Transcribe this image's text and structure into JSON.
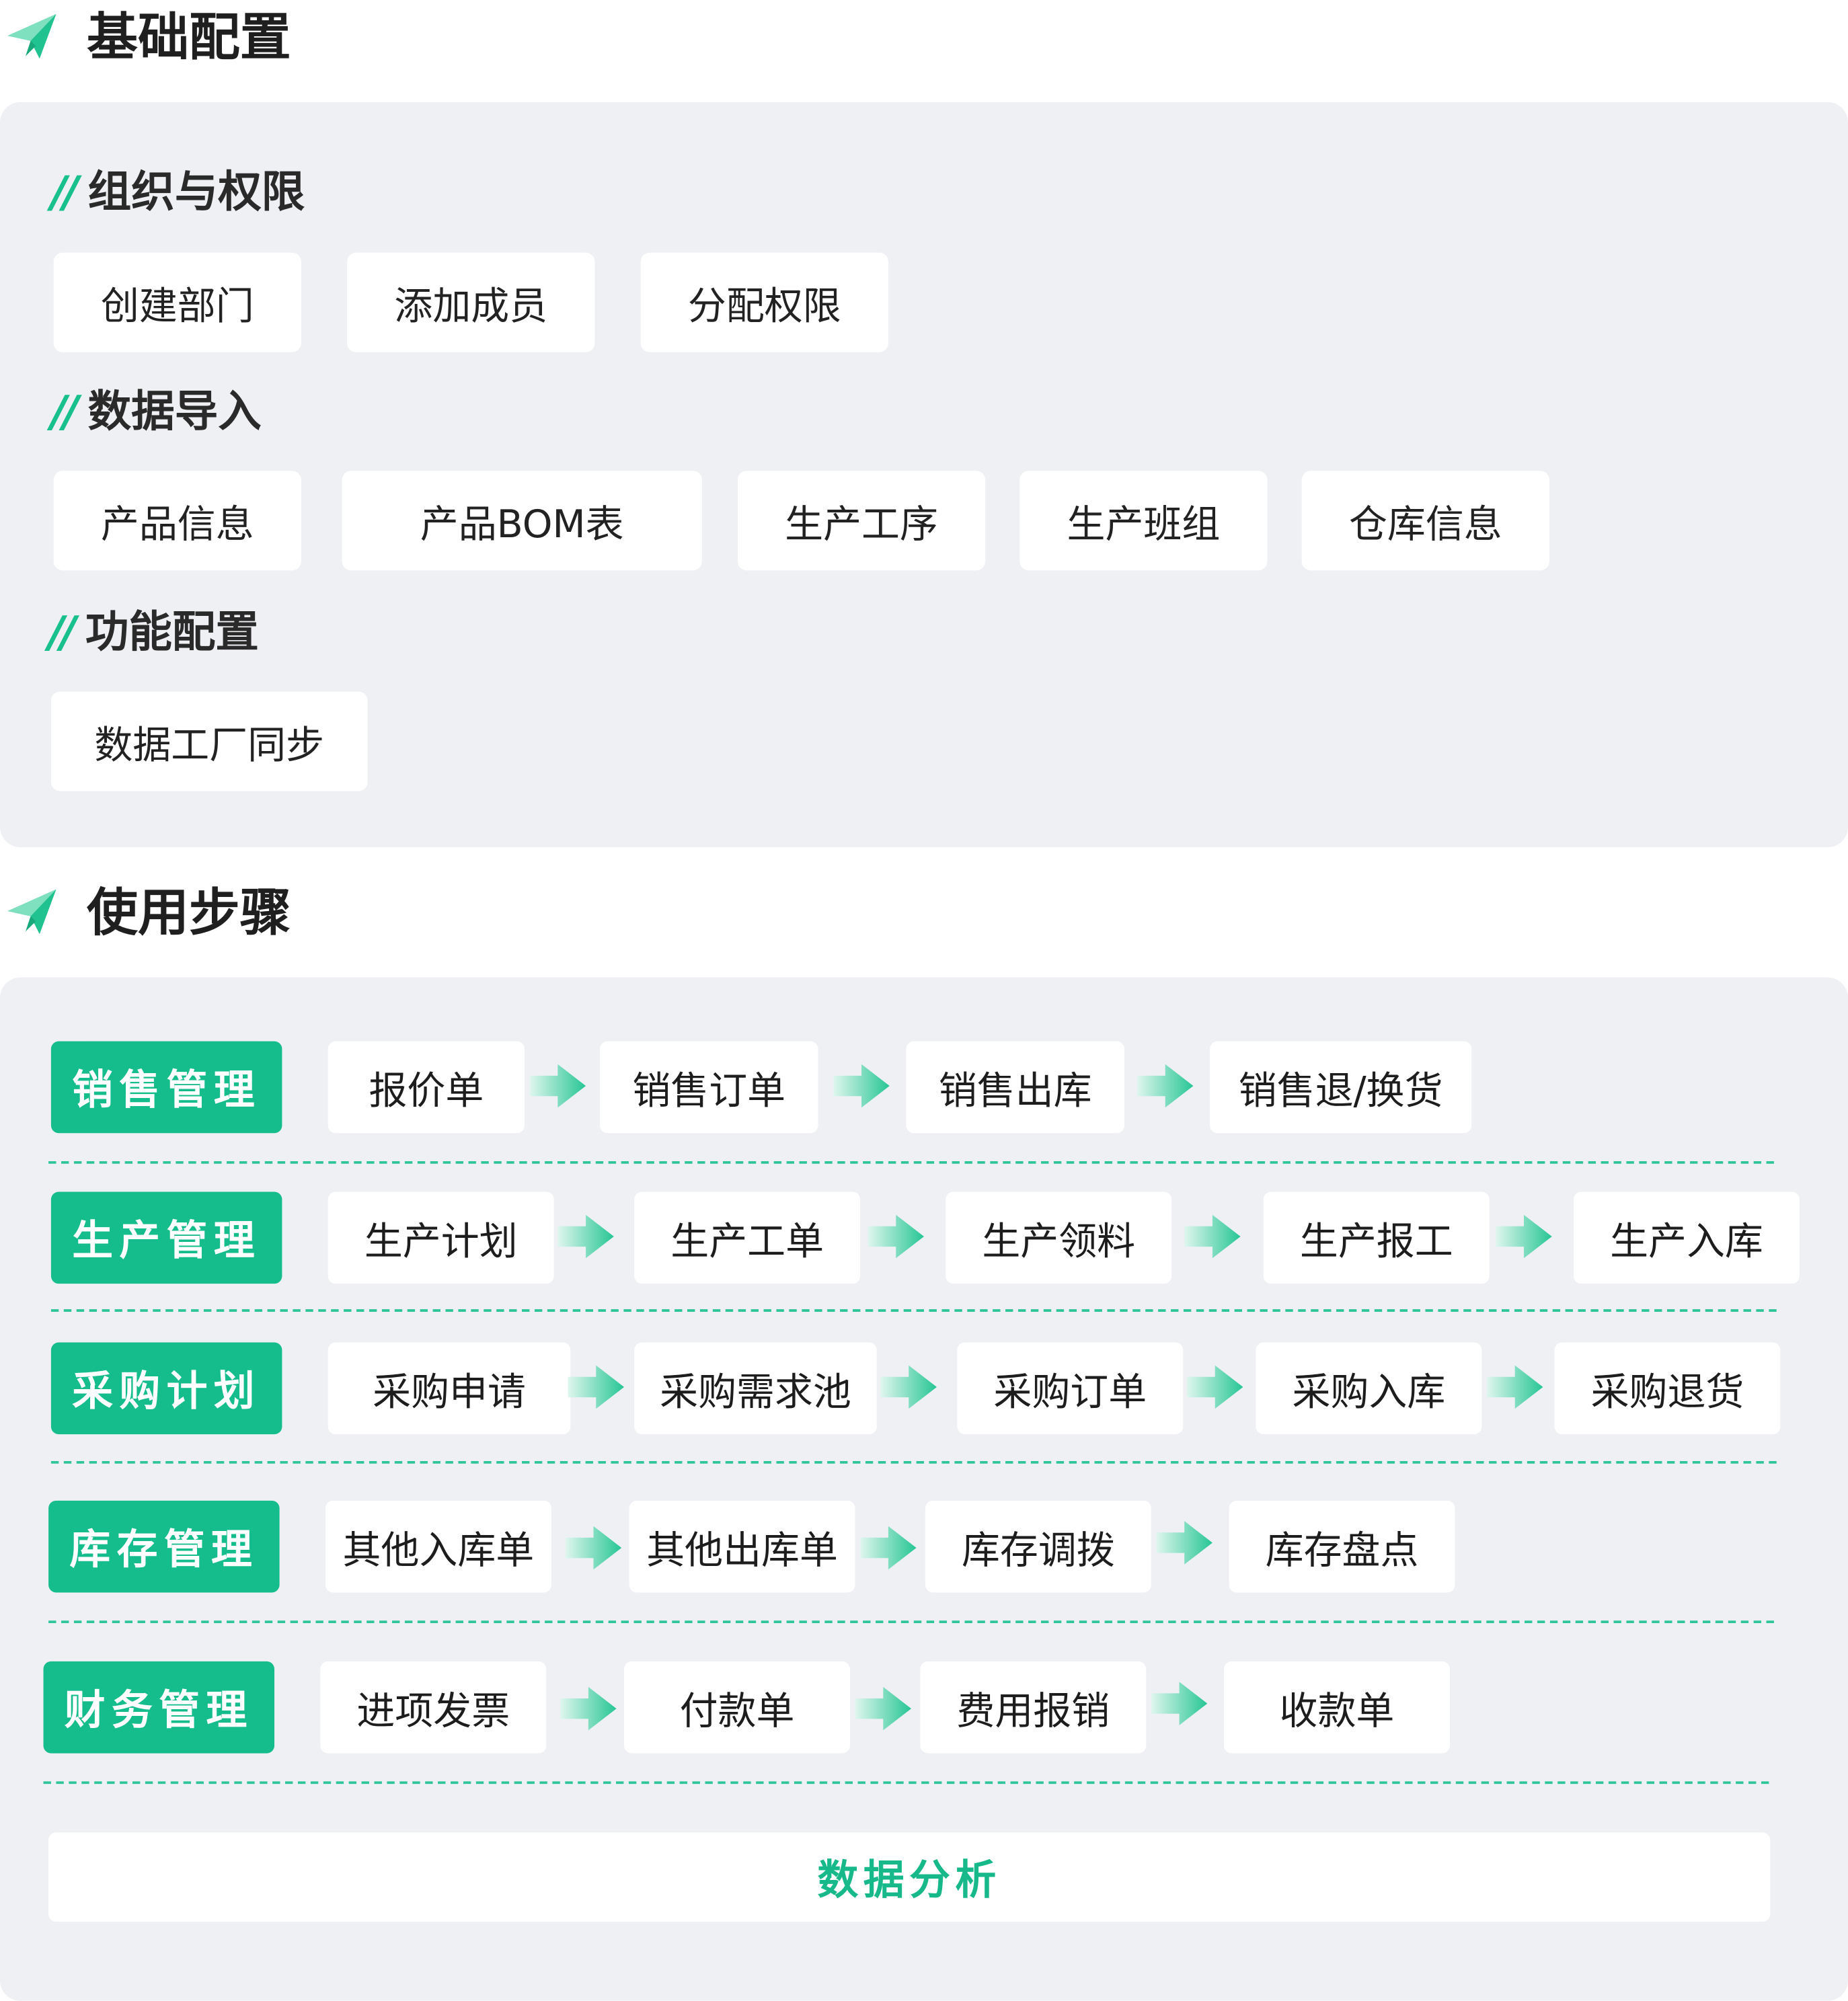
{
  "colors": {
    "accent": "#15bd8c",
    "panel": "#eef0f4",
    "chip": "#ffffff"
  },
  "icons": {
    "section": "paper-plane-icon",
    "flow": "arrow-right-icon"
  },
  "basic": {
    "title": "基础配置",
    "groups": [
      {
        "title": "组织与权限",
        "items": [
          "创建部门",
          "添加成员",
          "分配权限"
        ]
      },
      {
        "title": "数据导入",
        "items": [
          "产品信息",
          "产品BOM表",
          "生产工序",
          "生产班组",
          "仓库信息"
        ]
      },
      {
        "title": "功能配置",
        "items": [
          "数据工厂同步"
        ]
      }
    ]
  },
  "steps": {
    "title": "使用步骤",
    "rows": [
      {
        "category": "销售管理",
        "items": [
          "报价单",
          "销售订单",
          "销售出库",
          "销售退/换货"
        ]
      },
      {
        "category": "生产管理",
        "items": [
          "生产计划",
          "生产工单",
          "生产领料",
          "生产报工",
          "生产入库"
        ]
      },
      {
        "category": "采购计划",
        "items": [
          "采购申请",
          "采购需求池",
          "采购订单",
          "采购入库",
          "采购退货"
        ]
      },
      {
        "category": "库存管理",
        "items": [
          "其他入库单",
          "其他出库单",
          "库存调拨",
          "库存盘点"
        ]
      },
      {
        "category": "财务管理",
        "items": [
          "进项发票",
          "付款单",
          "费用报销",
          "收款单"
        ]
      }
    ],
    "footer": "数据分析"
  }
}
